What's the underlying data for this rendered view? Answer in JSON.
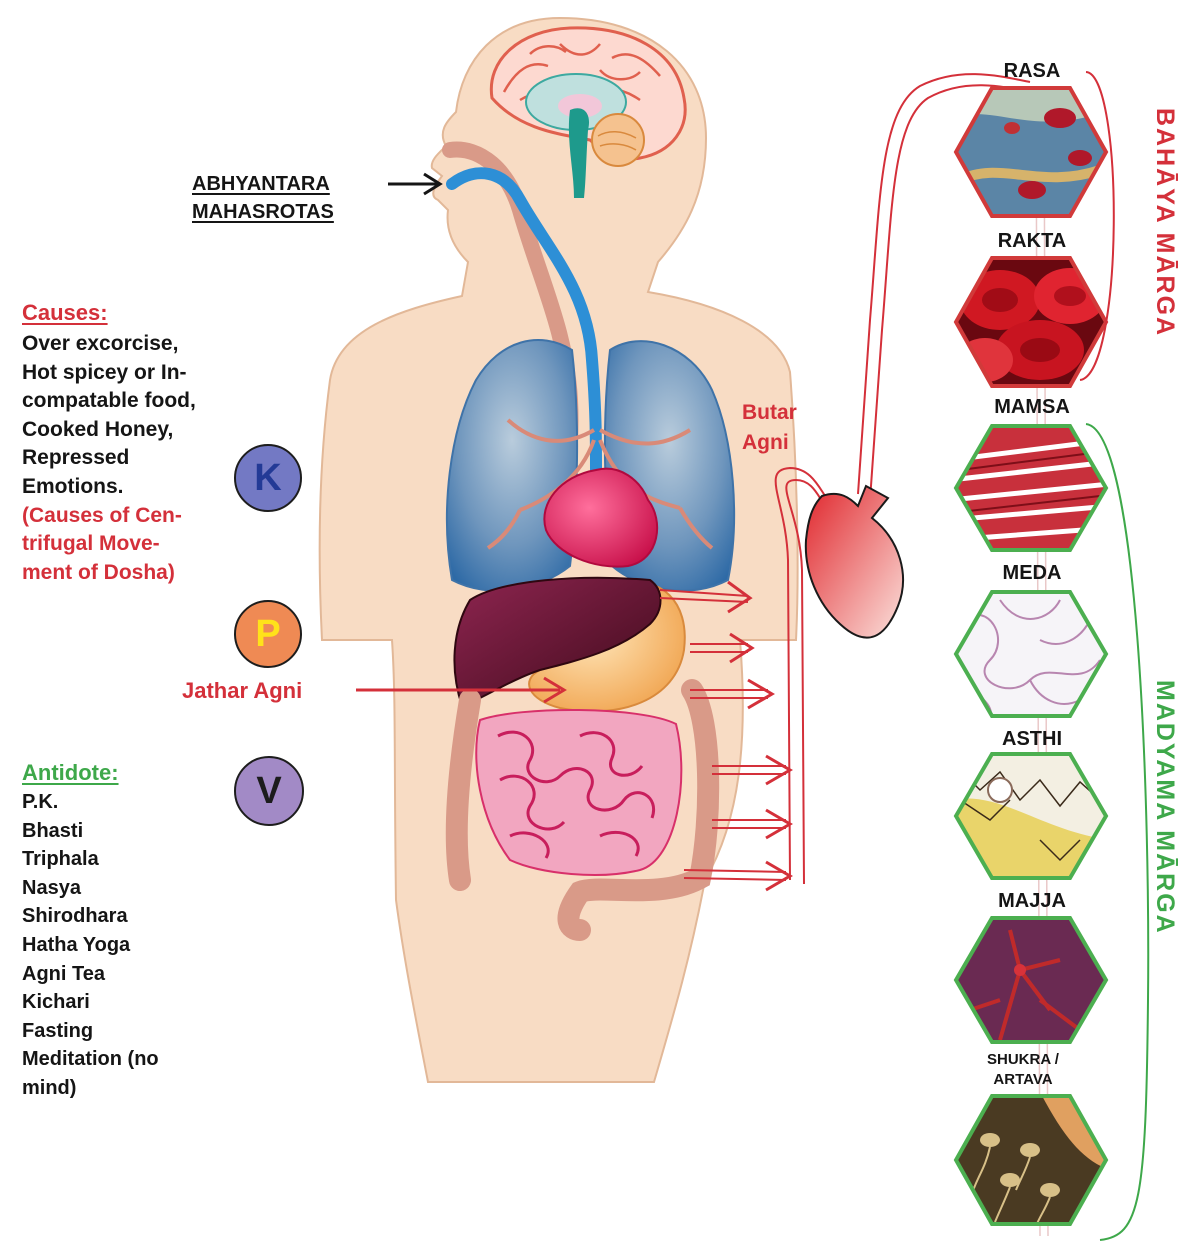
{
  "labels": {
    "abhyantara_line1": "ABHYANTARA",
    "abhyantara_line2": "MAHASROTAS",
    "butar_line1": "Butar",
    "butar_line2": "Agni",
    "jathar": "Jathar Agni"
  },
  "causes": {
    "heading": "Causes:",
    "lines": [
      "Over excorcise,",
      "Hot spicey or In-",
      "compatable food,",
      "Cooked Honey,",
      "Repressed",
      "Emotions."
    ],
    "note_lines": [
      "(Causes of Cen-",
      "trifugal Move-",
      "ment of Dosha)"
    ]
  },
  "antidote": {
    "heading": "Antidote:",
    "items": [
      "P.K.",
      "Bhasti",
      "Triphala",
      "Nasya",
      "Shirodhara",
      "Hatha Yoga",
      "Agni Tea",
      "Kichari",
      "Fasting",
      "Meditation (no",
      "mind)"
    ]
  },
  "doshas": [
    {
      "letter": "K",
      "fill": "#7379c4",
      "text_color": "#233a96"
    },
    {
      "letter": "P",
      "fill": "#ef8a54",
      "text_color": "#ffe21a"
    },
    {
      "letter": "V",
      "fill": "#a28ac6",
      "text_color": "#1c1c1c"
    }
  ],
  "tissues": [
    {
      "name": "RASA",
      "border": "#d13a3a"
    },
    {
      "name": "RAKTA",
      "border": "#d13a3a"
    },
    {
      "name": "MAMSA",
      "border": "#4caf50"
    },
    {
      "name": "MEDA",
      "border": "#4caf50"
    },
    {
      "name": "ASTHI",
      "border": "#4caf50"
    },
    {
      "name": "MAJJA",
      "border": "#4caf50"
    },
    {
      "name": "SHUKRA /",
      "name2": "ARTAVA",
      "border": "#4caf50"
    }
  ],
  "margas": {
    "outer": "BAHĀYA MĀRGA",
    "middle": "MADYAMA MĀRGA"
  },
  "colors": {
    "skin": "#f8dcc4",
    "skin_outline": "#e2b898",
    "red_accent": "#d4303a",
    "green_accent": "#3ea84a",
    "blue_tract": "#2d8fd6"
  }
}
